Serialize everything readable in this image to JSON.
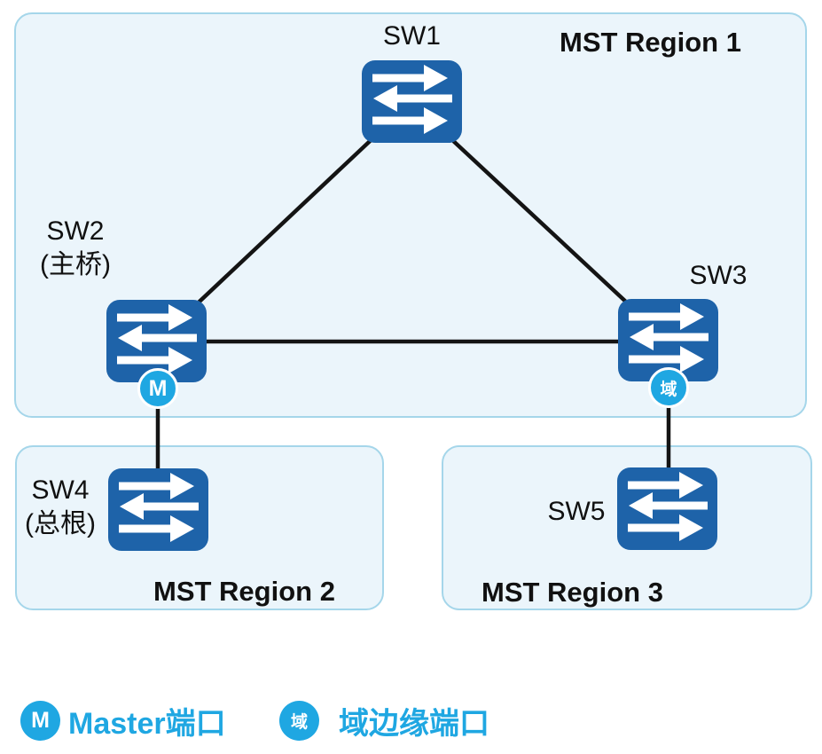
{
  "regions": [
    {
      "label": "MST Region 1"
    },
    {
      "label": "MST Region 2"
    },
    {
      "label": "MST Region 3"
    }
  ],
  "nodes": [
    {
      "label": "SW1",
      "sublabel": ""
    },
    {
      "label": "SW2",
      "sublabel": "(主桥)"
    },
    {
      "label": "SW3",
      "sublabel": ""
    },
    {
      "label": "SW4",
      "sublabel": "(总根)"
    },
    {
      "label": "SW5",
      "sublabel": ""
    }
  ],
  "edges": [
    [
      "SW1",
      "SW2"
    ],
    [
      "SW1",
      "SW3"
    ],
    [
      "SW2",
      "SW3"
    ],
    [
      "SW2",
      "SW4"
    ],
    [
      "SW3",
      "SW5"
    ]
  ],
  "badges": {
    "master": "M",
    "region_edge": "域"
  },
  "legend": {
    "items": [
      {
        "badge": "M",
        "label": "Master端口"
      },
      {
        "badge": "域",
        "label": "域边缘端口"
      }
    ]
  },
  "colors": {
    "switch_blue": "#1E63A9",
    "badge_cyan": "#1FA7E2",
    "region_fill": "#EBF5FB",
    "region_border": "#A5D6EA",
    "edge": "#141414"
  }
}
